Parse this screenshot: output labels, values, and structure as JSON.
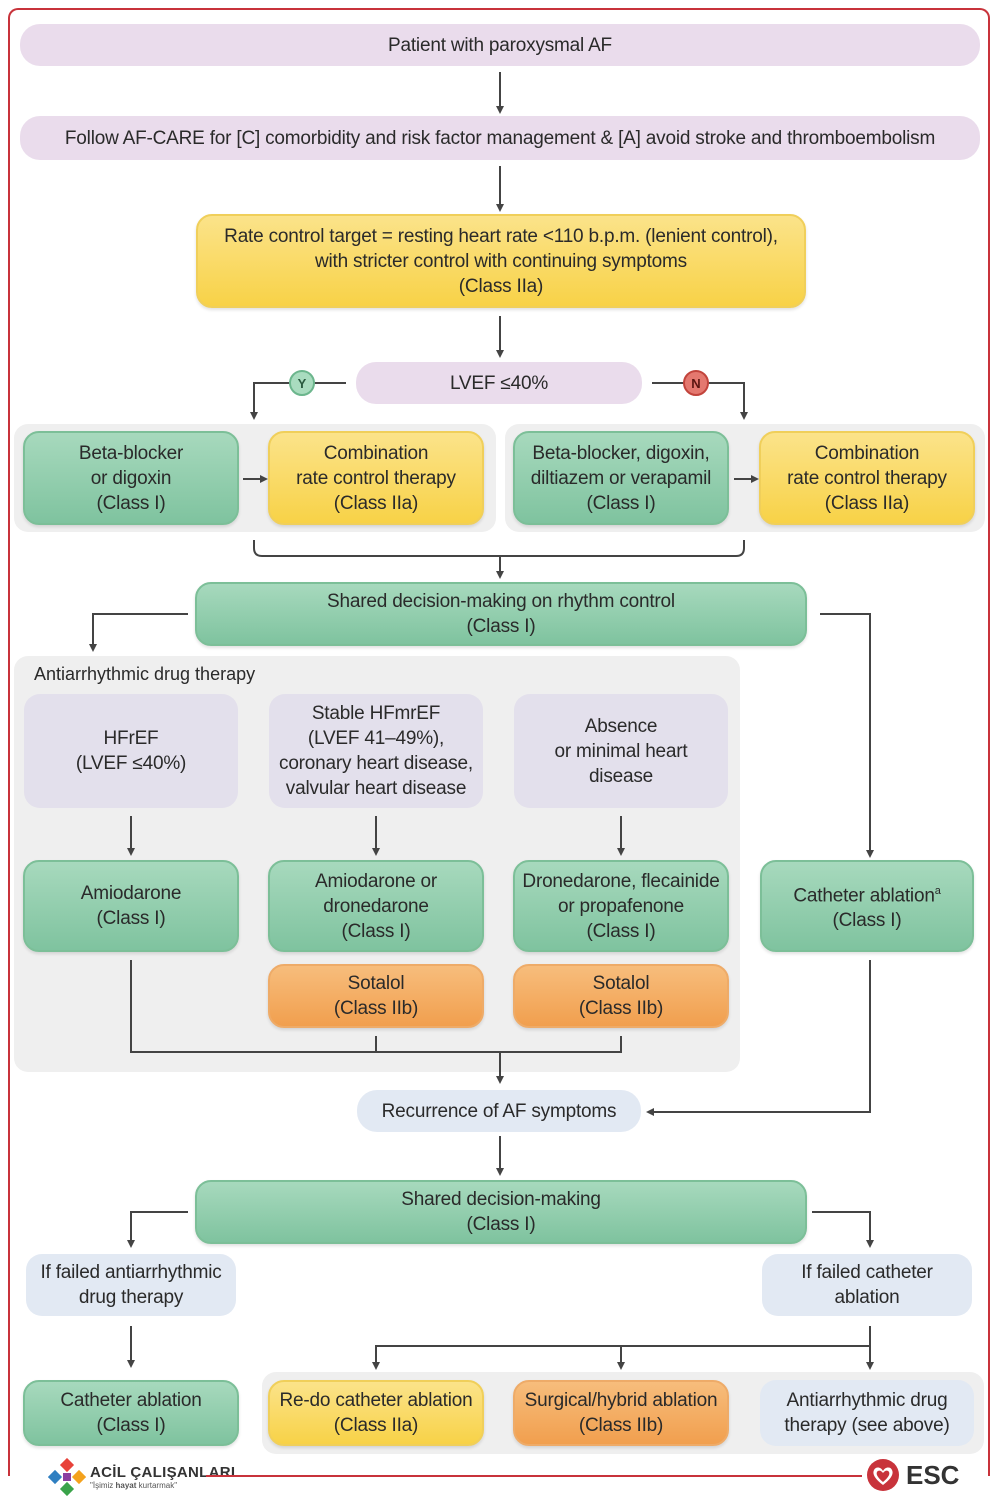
{
  "top": {
    "patient": "Patient with paroxysmal AF",
    "follow": "Follow AF-CARE for [C] comorbidity and risk factor management & [A] avoid stroke and thromboembolism",
    "rate_target": "Rate control target = resting heart rate <110 b.p.m. (lenient control),\nwith stricter control with continuing symptoms\n(Class IIa)",
    "lvef": "LVEF ≤40%",
    "yes": "Y",
    "no": "N"
  },
  "rate_control": {
    "left_first": "Beta-blocker\nor digoxin\n(Class I)",
    "left_second": "Combination\nrate control therapy\n(Class IIa)",
    "right_first": "Beta-blocker, digoxin,\ndiltiazem or verapamil\n(Class I)",
    "right_second": "Combination\nrate control therapy\n(Class IIa)"
  },
  "shared_rhythm": "Shared decision-making on rhythm control\n(Class I)",
  "aad": {
    "title": "Antiarrhythmic drug therapy",
    "cond1": "HFrEF\n(LVEF ≤40%)",
    "cond2": "Stable HFmrEF\n(LVEF 41–49%),\ncoronary heart disease,\nvalvular heart disease",
    "cond3": "Absence\nor minimal heart\ndisease",
    "drug1": "Amiodarone\n(Class I)",
    "drug2": "Amiodarone or\ndronedarone\n(Class I)",
    "drug3": "Dronedarone, flecainide\nor propafenone\n(Class I)",
    "sotalol2": "Sotalol\n(Class IIb)",
    "sotalol3": "Sotalol\n(Class IIb)"
  },
  "catheter_ablation": {
    "label": "Catheter ablation",
    "superscript": "a",
    "class": "(Class I)"
  },
  "recurrence": "Recurrence of AF symptoms",
  "shared_decision": "Shared decision-making\n(Class I)",
  "failed_aad": "If failed antiarrhythmic\ndrug therapy",
  "failed_ablation": "If failed catheter\nablation",
  "bottom": {
    "catheter": "Catheter ablation\n(Class I)",
    "redo": "Re-do catheter ablation\n(Class IIa)",
    "surgical": "Surgical/hybrid ablation\n(Class IIb)",
    "aad": "Antiarrhythmic drug\ntherapy (see above)"
  },
  "footer": {
    "left_logo": "ACİL ÇALIŞANLARI",
    "left_tagline_pre": "\"İşimiz ",
    "left_tagline_bold": "hayat",
    "left_tagline_post": " kurtarmak\"",
    "right_logo": "ESC"
  },
  "colors": {
    "frame": "#c8333b",
    "purple": "#eadcec",
    "yellow": "#f8d247",
    "green": "#7fc39f",
    "orange": "#f19f4e",
    "lavender": "#e3e0ec",
    "light_blue": "#e2e9f3"
  }
}
